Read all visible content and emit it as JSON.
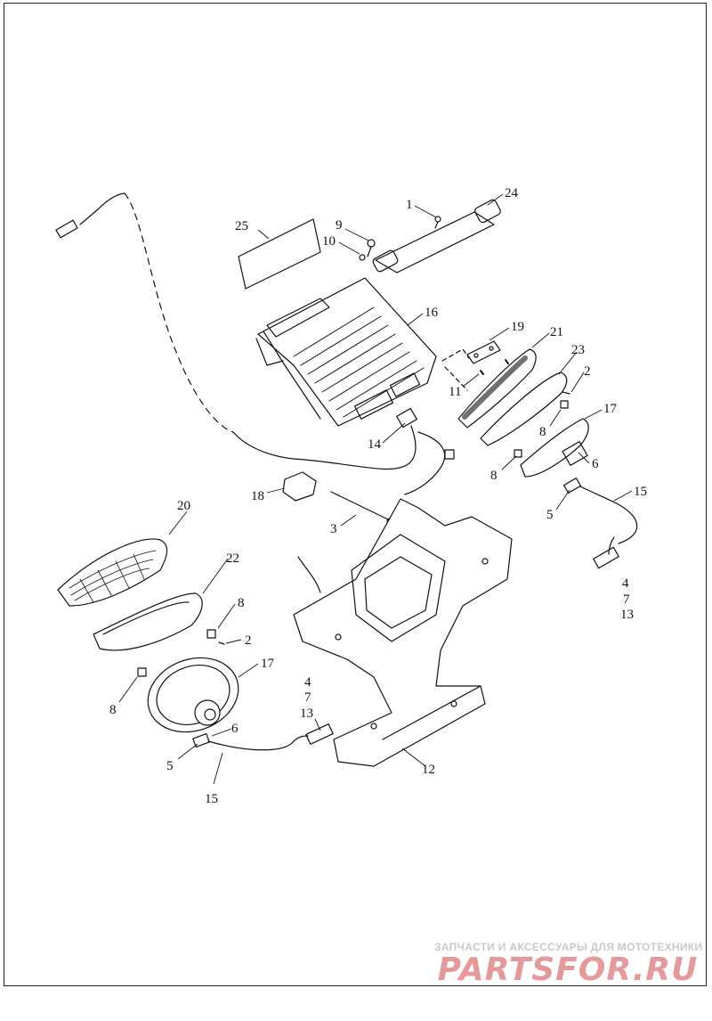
{
  "callouts": {
    "c1": "1",
    "c24": "24",
    "c25": "25",
    "c9": "9",
    "c10": "10",
    "c16": "16",
    "c19": "19",
    "c21": "21",
    "c23": "23",
    "c11": "11",
    "c2a": "2",
    "c17a": "17",
    "c8a": "8",
    "c8b": "8",
    "c6a": "6",
    "c14": "14",
    "c18": "18",
    "c15a": "15",
    "c5a": "5",
    "c3": "3",
    "c4a": "4",
    "c7a": "7",
    "c13a": "13",
    "c20": "20",
    "c22": "22",
    "c8c": "8",
    "c2b": "2",
    "c17b": "17",
    "c8d": "8",
    "c4b": "4",
    "c7b": "7",
    "c13b": "13",
    "c6b": "6",
    "c5b": "5",
    "c12": "12",
    "c15b": "15"
  },
  "watermark": {
    "tagline": "ЗАПЧАСТИ И АКСЕССУАРЫ ДЛЯ МОТОТЕХНИКИ",
    "logo": "PARTSFOR.RU"
  },
  "colors": {
    "line": "#111111",
    "watermark_text": "#c9c9c9",
    "watermark_logo": "#e49a9a"
  }
}
